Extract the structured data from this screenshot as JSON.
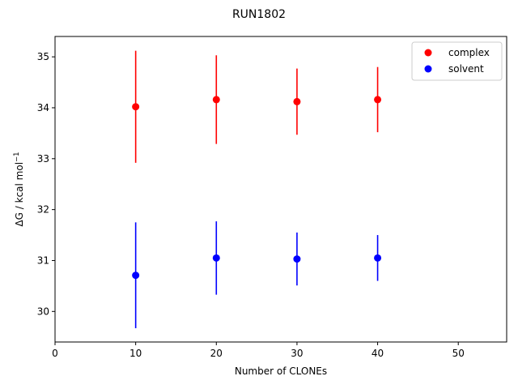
{
  "chart_data": {
    "type": "scatter",
    "title": "RUN1802",
    "xlabel": "Number of CLONEs",
    "ylabel_main": "ΔG / kcal mol",
    "ylabel_sup": "−1",
    "xlim": [
      0,
      56
    ],
    "ylim": [
      29.4,
      35.4
    ],
    "xticks": [
      0,
      10,
      20,
      30,
      40,
      50
    ],
    "yticks": [
      30,
      31,
      32,
      33,
      34,
      35
    ],
    "legend_position": "top-right",
    "series": [
      {
        "name": "complex",
        "color": "#ff0000",
        "points": [
          {
            "x": 10,
            "y": 34.02,
            "err": 1.1
          },
          {
            "x": 20,
            "y": 34.16,
            "err": 0.87
          },
          {
            "x": 30,
            "y": 34.12,
            "err": 0.65
          },
          {
            "x": 40,
            "y": 34.16,
            "err": 0.64
          }
        ]
      },
      {
        "name": "solvent",
        "color": "#0000ff",
        "points": [
          {
            "x": 10,
            "y": 30.71,
            "err": 1.04
          },
          {
            "x": 20,
            "y": 31.05,
            "err": 0.72
          },
          {
            "x": 30,
            "y": 31.03,
            "err": 0.52
          },
          {
            "x": 40,
            "y": 31.05,
            "err": 0.45
          }
        ]
      }
    ]
  }
}
